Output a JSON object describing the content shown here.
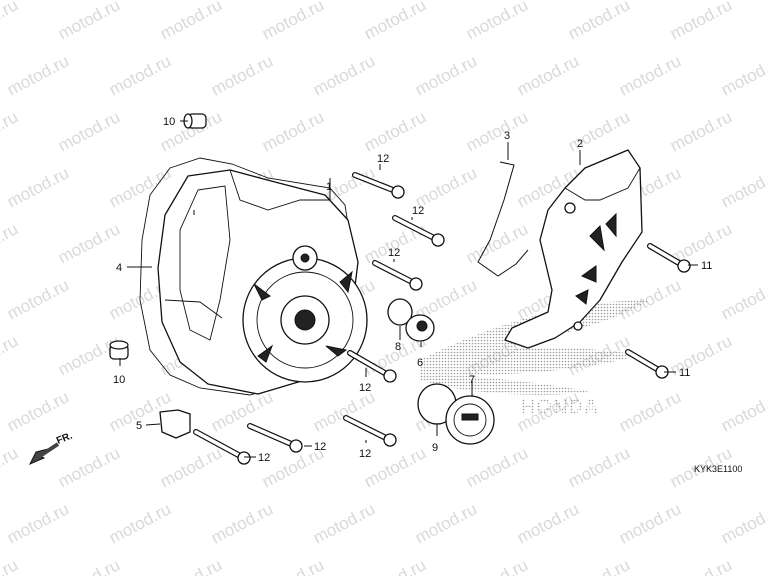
{
  "watermark": {
    "text": "motod.ru"
  },
  "diagram_code": "KYK3E1100",
  "brand_mark": {
    "text": "HONDA"
  },
  "direction_marker": {
    "text": "FR."
  },
  "labels": {
    "p1": "1",
    "p2": "2",
    "p3": "3",
    "p4": "4",
    "p5": "5",
    "p6": "6",
    "p7": "7",
    "p8": "8",
    "p9": "9",
    "p10a": "10",
    "p10b": "10",
    "p11a": "11",
    "p11b": "11",
    "p12a": "12",
    "p12b": "12",
    "p12c": "12",
    "p12d": "12",
    "p12e": "12",
    "p12f": "12",
    "p12g": "12"
  }
}
